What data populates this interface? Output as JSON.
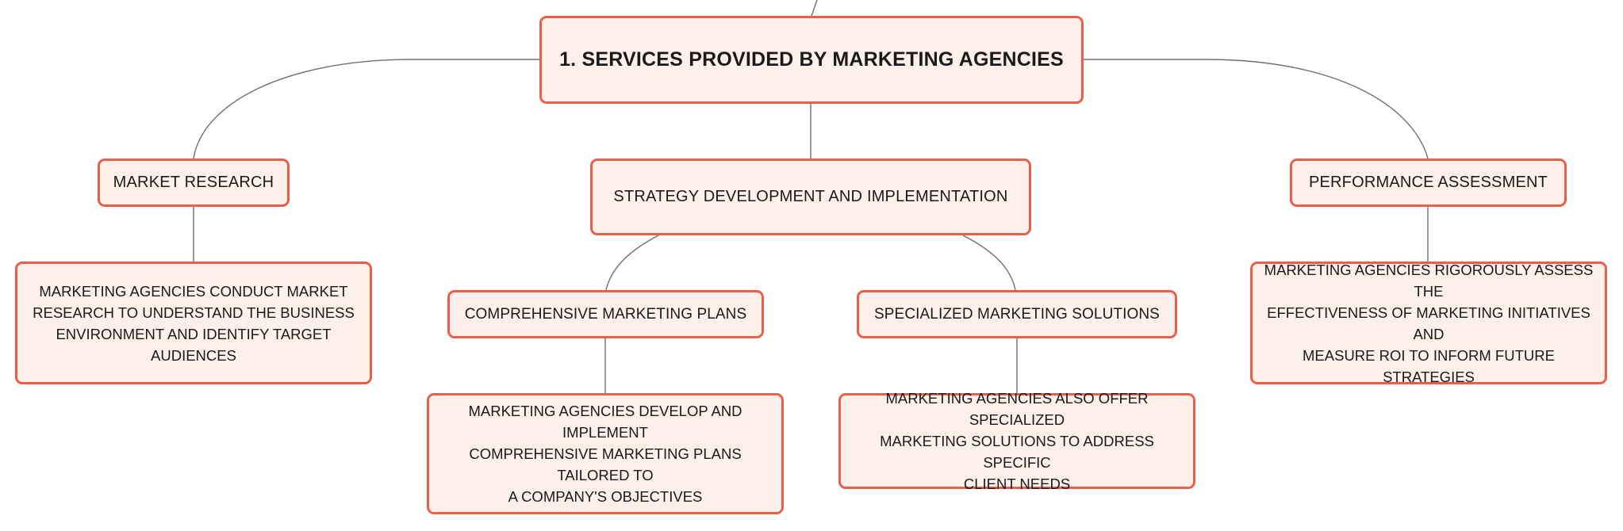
{
  "diagram": {
    "root": {
      "label": "1. SERVICES PROVIDED BY MARKETING AGENCIES"
    },
    "branches": {
      "market_research": {
        "label": "MARKET RESEARCH",
        "detail": [
          "MARKETING AGENCIES CONDUCT MARKET",
          "RESEARCH TO UNDERSTAND THE BUSINESS",
          "ENVIRONMENT AND IDENTIFY TARGET AUDIENCES"
        ]
      },
      "strategy": {
        "label": "STRATEGY DEVELOPMENT AND IMPLEMENTATION",
        "children": {
          "comprehensive": {
            "label": "COMPREHENSIVE MARKETING PLANS",
            "detail": [
              "MARKETING AGENCIES DEVELOP AND IMPLEMENT",
              "COMPREHENSIVE MARKETING PLANS TAILORED TO",
              "A COMPANY'S OBJECTIVES"
            ]
          },
          "specialized": {
            "label": "SPECIALIZED MARKETING SOLUTIONS",
            "detail": [
              "MARKETING AGENCIES ALSO OFFER SPECIALIZED",
              "MARKETING SOLUTIONS TO ADDRESS SPECIFIC",
              "CLIENT NEEDS"
            ]
          }
        }
      },
      "performance": {
        "label": "PERFORMANCE ASSESSMENT",
        "detail": [
          "MARKETING AGENCIES RIGOROUSLY ASSESS THE",
          "EFFECTIVENESS OF MARKETING INITIATIVES AND",
          "MEASURE ROI TO INFORM FUTURE STRATEGIES"
        ]
      }
    }
  },
  "colors": {
    "node_fill": "#fdefea",
    "node_border": "#e8604c",
    "connector": "#6f6f6f",
    "text": "#1a1a1a"
  }
}
